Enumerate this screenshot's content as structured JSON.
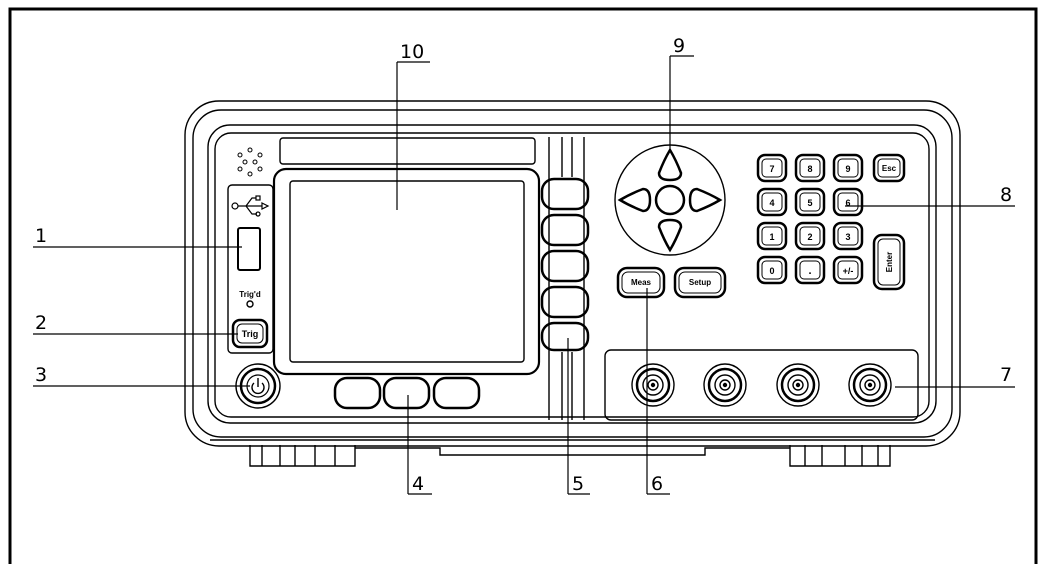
{
  "callouts": [
    "1",
    "2",
    "3",
    "4",
    "5",
    "6",
    "7",
    "8",
    "9",
    "10"
  ],
  "panel": {
    "trigd_label": "Trig'd",
    "trig_key": "Trig",
    "meas_key": "Meas",
    "setup_key": "Setup",
    "enter_key": "Enter",
    "esc_key": "Esc",
    "numpad": [
      "7",
      "8",
      "9",
      "4",
      "5",
      "6",
      "1",
      "2",
      "3",
      "0",
      ".",
      "+/-"
    ]
  }
}
